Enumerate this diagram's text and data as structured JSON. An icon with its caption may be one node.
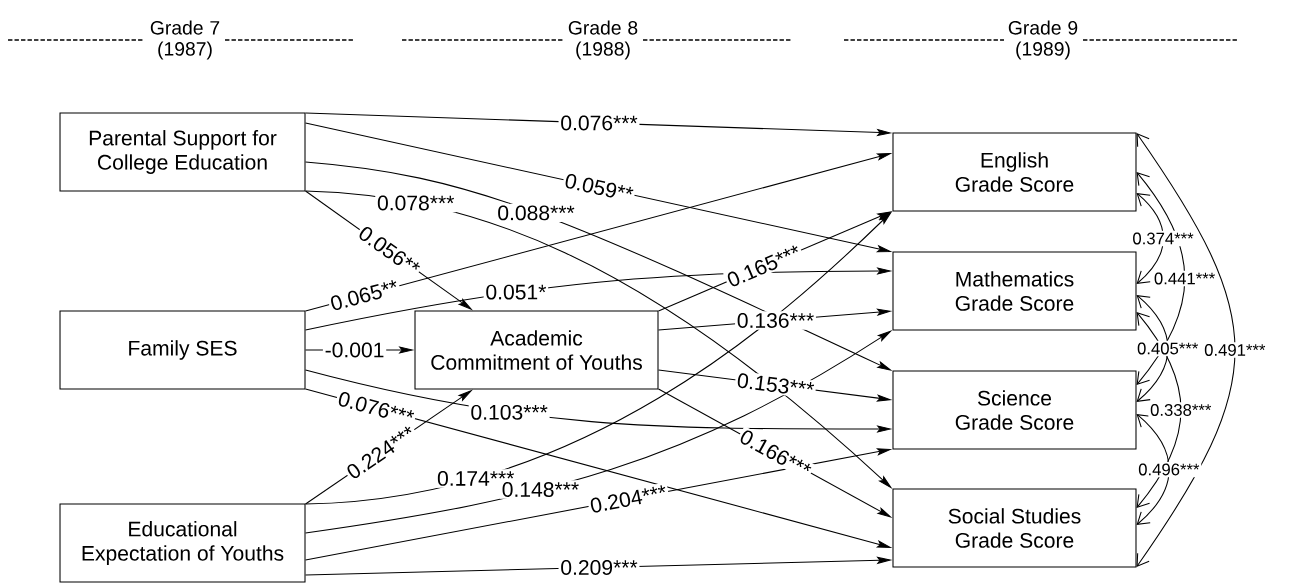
{
  "diagram": {
    "nodes": [
      {
        "text": [
          "Parental Support for College Education"
        ]
      },
      {
        "text": [
          "Family SES"
        ]
      },
      {
        "text": [
          "Educational Expectation of Youths"
        ]
      },
      {
        "text": [
          "Academic Commitment of Youths"
        ]
      },
      {
        "text": [
          "English Grade Score"
        ]
      },
      {
        "text": [
          "Mathematics Grade Score"
        ]
      },
      {
        "text": [
          "Science Grade Score"
        ]
      },
      {
        "text": [
          "Social Studies Grade Score"
        ]
      }
    ],
    "edges": [
      {
        "from": 0,
        "to": 4,
        "arrow": "to",
        "label": "0.076***"
      },
      {
        "from": 0,
        "to": 5,
        "arrow": "to",
        "label": "0.059**"
      },
      {
        "from": 0,
        "to": 6,
        "arrow": "to",
        "label": "0.088***"
      },
      {
        "from": 0,
        "to": 7,
        "arrow": "to",
        "label": "0.078***"
      },
      {
        "from": 0,
        "to": 3,
        "arrow": "to",
        "label": "0.056**"
      },
      {
        "from": 1,
        "to": 4,
        "arrow": "to",
        "label": "0.065**"
      },
      {
        "from": 1,
        "to": 5,
        "arrow": "to",
        "label": "0.051*"
      },
      {
        "from": 1,
        "to": 3,
        "arrow": "to",
        "label": "-0.001"
      },
      {
        "from": 1,
        "to": 6,
        "arrow": "to",
        "label": "0.103***"
      },
      {
        "from": 1,
        "to": 7,
        "arrow": "to",
        "label": "0.076***"
      },
      {
        "from": 2,
        "to": 3,
        "arrow": "to",
        "label": "0.224***"
      },
      {
        "from": 2,
        "to": 4,
        "arrow": "to",
        "label": "0.174***"
      },
      {
        "from": 2,
        "to": 5,
        "arrow": "to",
        "label": "0.148***"
      },
      {
        "from": 2,
        "to": 6,
        "arrow": "to",
        "label": "0.204***"
      },
      {
        "from": 2,
        "to": 7,
        "arrow": "to",
        "label": "0.209***"
      },
      {
        "from": 3,
        "to": 4,
        "arrow": "to",
        "label": "0.165***"
      },
      {
        "from": 3,
        "to": 5,
        "arrow": "to",
        "label": "0.136***"
      },
      {
        "from": 3,
        "to": 6,
        "arrow": "to",
        "label": "0.153***"
      },
      {
        "from": 3,
        "to": 7,
        "arrow": "to",
        "label": "0.166***"
      },
      {
        "from": 4,
        "to": 5,
        "arrow": "both",
        "label": "0.374***"
      },
      {
        "from": 4,
        "to": 6,
        "arrow": "both",
        "label": "0.441***"
      },
      {
        "from": 5,
        "to": 6,
        "arrow": "both",
        "label": "0.405***"
      },
      {
        "from": 5,
        "to": 7,
        "arrow": "both",
        "label": "0.338***"
      },
      {
        "from": 6,
        "to": 7,
        "arrow": "both",
        "label": "0.496***"
      },
      {
        "from": 4,
        "to": 7,
        "arrow": "both",
        "label": "0.491***"
      }
    ],
    "labels": [
      "Grade 7 (1987)",
      "Grade 8 (1988)",
      "Grade 9 (1989)"
    ]
  }
}
